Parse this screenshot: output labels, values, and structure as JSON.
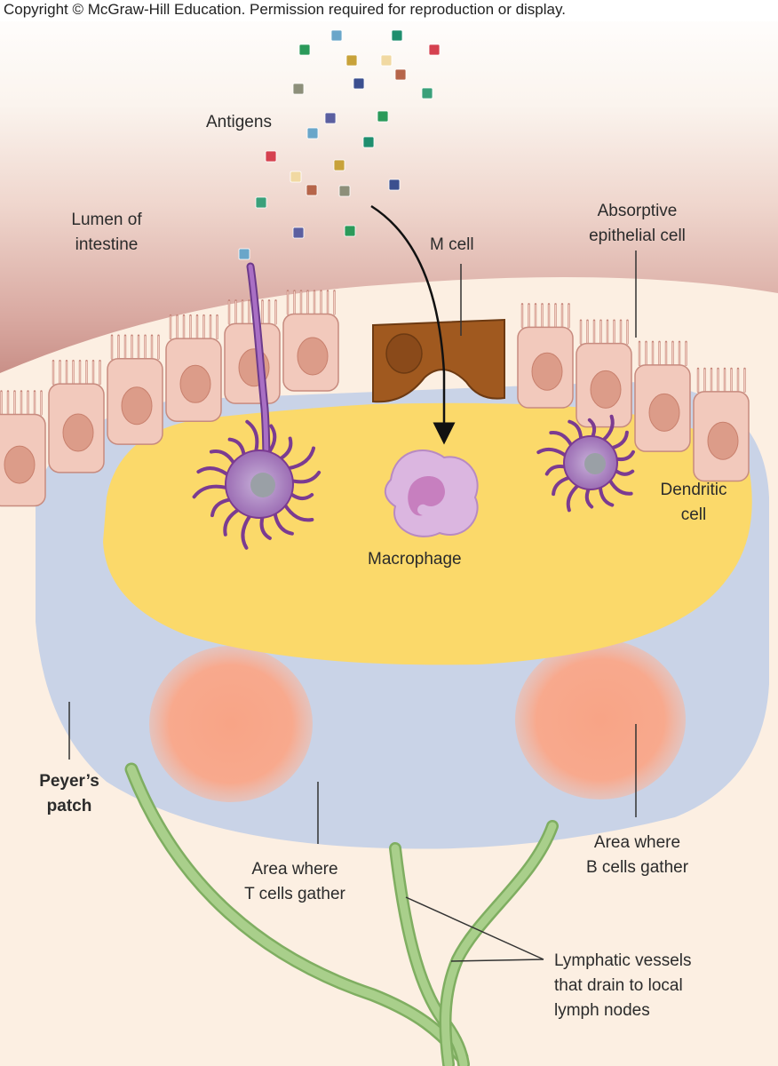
{
  "copyright": "Copyright © McGraw-Hill Education. Permission required for reproduction or display.",
  "labels": {
    "antigens": "Antigens",
    "lumen": [
      "Lumen of",
      "intestine"
    ],
    "m_cell": "M cell",
    "absorptive": [
      "Absorptive",
      "epithelial cell"
    ],
    "dendritic": [
      "Dendritic",
      "cell"
    ],
    "macrophage": "Macrophage",
    "peyers": [
      "Peyer’s",
      "patch"
    ],
    "t_cells": [
      "Area where",
      "T cells gather"
    ],
    "b_cells": [
      "Area where",
      "B cells gather"
    ],
    "lymphatic": [
      "Lymphatic vessels",
      "that drain to local",
      "lymph nodes"
    ]
  },
  "colors": {
    "lumen_top": "#fbf6f0",
    "lumen_mid": "#eedad3",
    "lumen_pink": "#d9a7a0",
    "tissue_bg": "#fcefe2",
    "epithelium": "#f2c9bc",
    "nucleus": "#d99a88",
    "m_cell": "#9e5a22",
    "dome_yellow": "#fbd96a",
    "patch_blue": "#c9d3e7",
    "follicle": "#f7a084",
    "lymph_vessel": "#9bc47c",
    "dendritic": "#a576b8",
    "macrophage": "#d9b3de"
  },
  "antigen_colors": [
    "#2b9a5a",
    "#6aa6c9",
    "#1f8e6e",
    "#d5414f",
    "#c8a23a",
    "#f1d9a2",
    "#b6654a",
    "#3b4f8f",
    "#8d8f7a",
    "#3aa07a",
    "#5b5fa0"
  ]
}
